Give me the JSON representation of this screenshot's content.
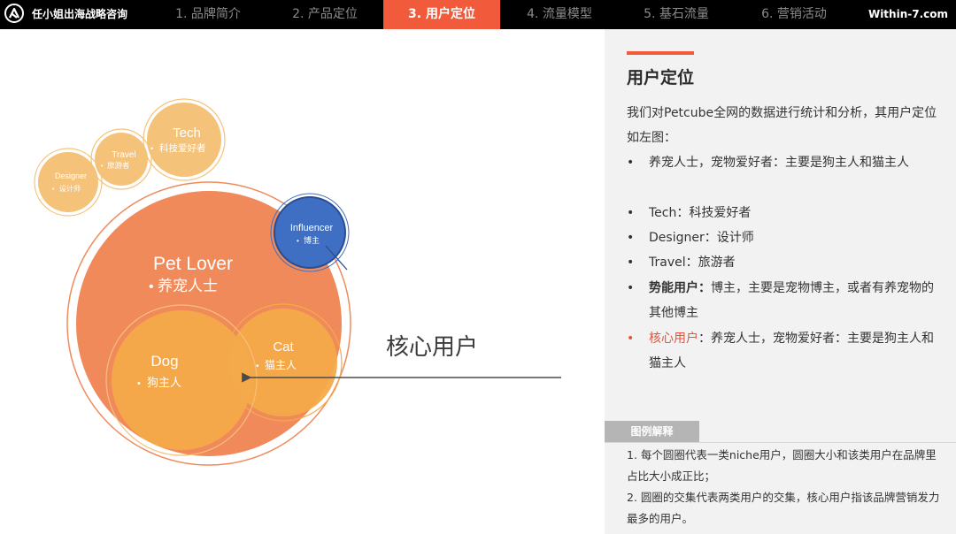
{
  "header": {
    "brand": "任小姐出海战略咨询",
    "nav": [
      {
        "label": "1. 品牌简介"
      },
      {
        "label": "2. 产品定位"
      },
      {
        "label": "3. 用户定位"
      },
      {
        "label": "4. 流量模型"
      },
      {
        "label": "5. 基石流量"
      },
      {
        "label": "6. 营销活动"
      }
    ],
    "active_index": 2,
    "site": "Within-7.com"
  },
  "diagram": {
    "circles": [
      {
        "key": "pet",
        "name": "Pet Lover",
        "sub": "养宠人士",
        "color": "#f08a5b"
      },
      {
        "key": "dog",
        "name": "Dog",
        "sub": "狗主人",
        "color": "#f3aa4a"
      },
      {
        "key": "cat",
        "name": "Cat",
        "sub": "猫主人",
        "color": "#f3aa4a"
      },
      {
        "key": "influencer",
        "name": "Influencer",
        "sub": "博主",
        "color": "#3f6fc2"
      },
      {
        "key": "tech",
        "name": "Tech",
        "sub": "科技爱好者",
        "color": "#f5c27a"
      },
      {
        "key": "travel",
        "name": "Travel",
        "sub": "旅游者",
        "color": "#f5c27a"
      },
      {
        "key": "designer",
        "name": "Designer",
        "sub": "设计师",
        "color": "#f5c27a"
      }
    ],
    "core_label": "核心用户"
  },
  "panel": {
    "title": "用户定位",
    "intro": "我们对Petcube全网的数据进行统计和分析，其用户定位如左图：",
    "bullets": [
      {
        "dot": "•",
        "lead": "",
        "text": "养宠人士，宠物爱好者：主要是狗主人和猫主人"
      },
      {
        "dot": "•",
        "lead": "",
        "text": "Tech：科技爱好者"
      },
      {
        "dot": "•",
        "lead": "",
        "text": "Designer：设计师"
      },
      {
        "dot": "•",
        "lead": "",
        "text": "Travel：旅游者"
      },
      {
        "dot": "•",
        "lead": "势能用户：",
        "text": "博主，主要是宠物博主，或者有养宠物的其他博主"
      },
      {
        "dot": "•",
        "lead": "核心用户",
        "text": "：养宠人士，宠物爱好者：主要是狗主人和猫主人"
      }
    ]
  },
  "legend": {
    "tab": "图例解释",
    "line1": "1. 每个圆圈代表一类niche用户，圆圈大小和该类用户在品牌里占比大小成正比；",
    "line2": "2. 圆圈的交集代表两类用户的交集，核心用户指该品牌营销发力最多的用户。"
  },
  "colors": {
    "accent": "#f15a3a",
    "pet": "#f08a5b",
    "dog": "#f3aa4a",
    "influencer": "#3f6fc2",
    "small": "#f5c27a"
  }
}
